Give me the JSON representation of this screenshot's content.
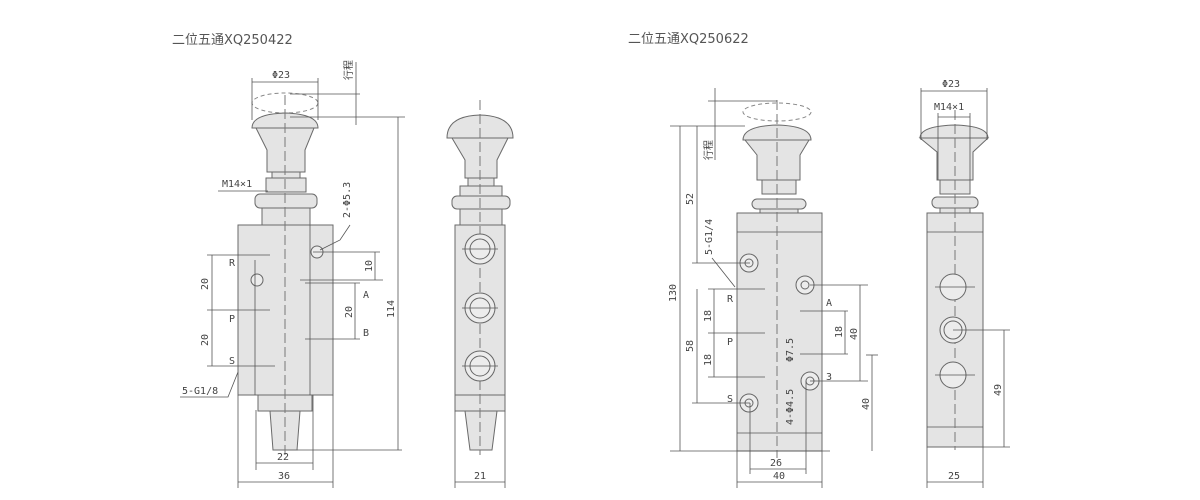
{
  "left_valve": {
    "title": "二位五通XQ250422",
    "dims": {
      "button_dia": "Φ23",
      "stroke": "行程",
      "thread": "M14×1",
      "mount_holes": "2-Φ5.3",
      "d10": "10",
      "d20_a": "20",
      "d20_r": "20",
      "d20_p": "20",
      "height": "114",
      "ports": "5-G1/8",
      "width_inner": "22",
      "width": "36",
      "side_width": "21"
    },
    "ports": {
      "r": "R",
      "p": "P",
      "s": "S",
      "a": "A",
      "b": "B"
    }
  },
  "right_valve": {
    "title": "二位五通XQ250622",
    "dims": {
      "stroke": "行程",
      "d52": "52",
      "height": "130",
      "ports": "5-G1/4",
      "d58": "58",
      "d18_a": "18",
      "d18_b": "18",
      "d18_c": "18",
      "d40_a": "40",
      "d40_b": "40",
      "hole_dia": "Φ7.5",
      "mount_holes": "4-Φ4.5",
      "d3": "3",
      "width_inner": "26",
      "width": "40",
      "side_button_dia": "Φ23",
      "side_thread": "M14×1",
      "side_height": "49",
      "side_width": "25"
    },
    "ports": {
      "r": "R",
      "p": "P",
      "s": "S",
      "a": "A"
    }
  }
}
